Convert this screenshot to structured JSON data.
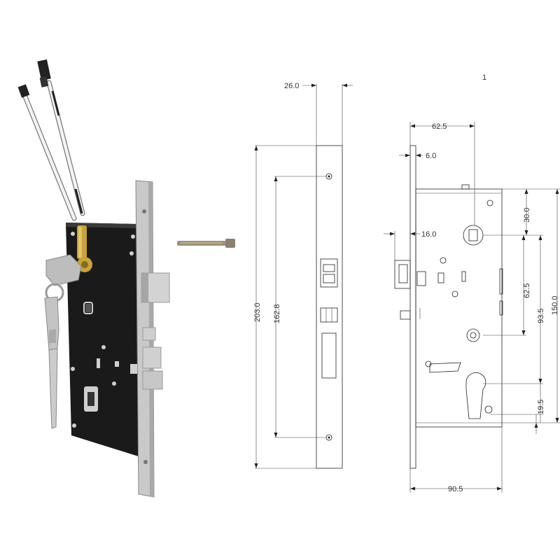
{
  "dimensions": {
    "faceplate_width": "26.0",
    "faceplate_length": "203.0",
    "screw_spacing": "162.8",
    "backset": "62.5",
    "plate_thickness": "6.0",
    "top_offset": "30.0",
    "case_height": "150.0",
    "deadbolt_projection": "16.0",
    "handle_to_cylinder": "62.5",
    "cylinder_center": "93.5",
    "cylinder_bottom": "19.5",
    "case_width": "90.5",
    "top_mark": "1"
  },
  "colors": {
    "line": "#222222",
    "case_black": "#1a1a1a",
    "steel": "#c9c9c9",
    "brass": "#c8a23a"
  }
}
